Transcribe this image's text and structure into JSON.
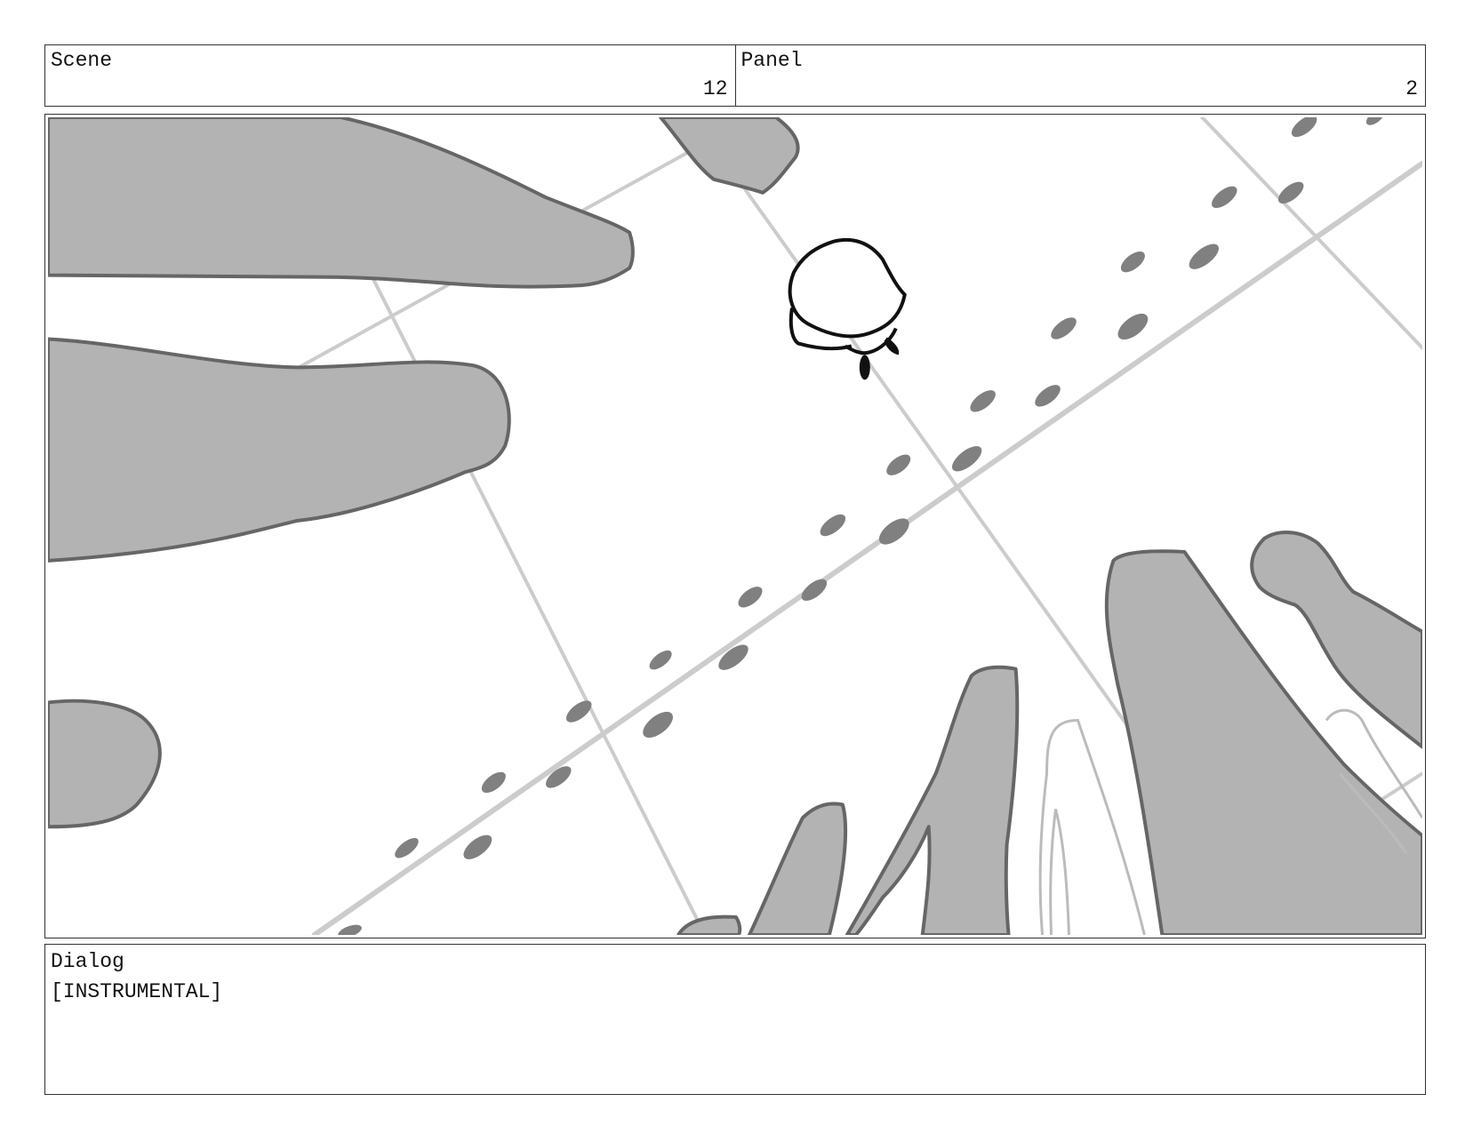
{
  "header": {
    "scene_label": "Scene",
    "scene_number": "12",
    "panel_label": "Panel",
    "panel_number": "2"
  },
  "artwork": {
    "description_icon": "storyboard-sketch",
    "colors": {
      "hand_fill": "#b3b3b3",
      "hand_outline": "#666666",
      "guide_line": "#cccccc",
      "footprint": "#808080",
      "character_outline": "#111111"
    }
  },
  "dialog": {
    "label": "Dialog",
    "text": "[INSTRUMENTAL]"
  }
}
